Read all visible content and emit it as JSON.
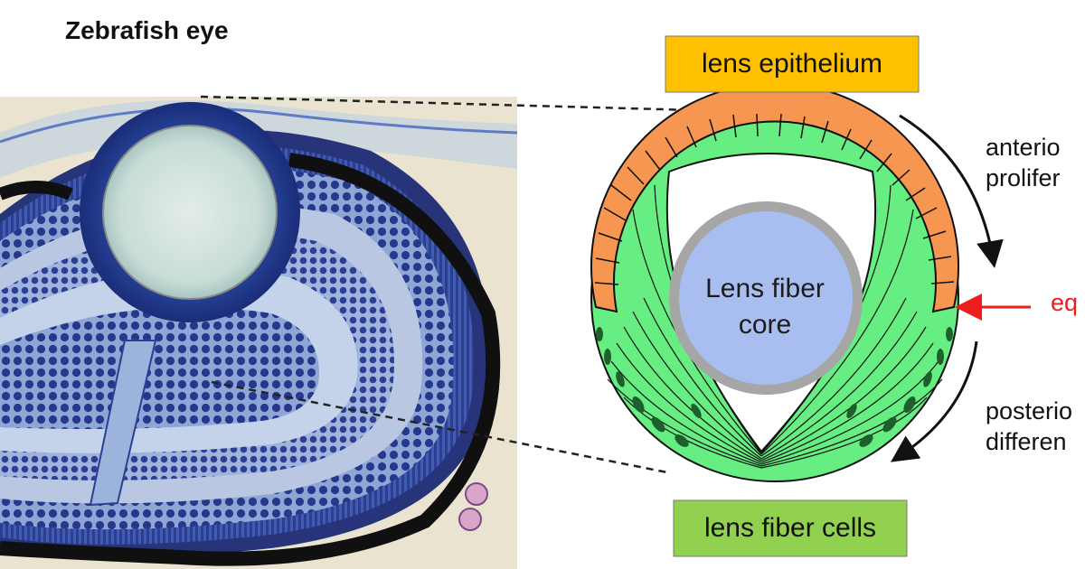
{
  "title": "Zebrafish eye",
  "labels": {
    "lens_epithelium": "lens epithelium",
    "lens_fiber_cells": "lens fiber cells",
    "lens_fiber_core_line1": "Lens fiber",
    "lens_fiber_core_line2": "core",
    "anterior_line1": "anterio",
    "anterior_line2": "prolifer",
    "equator": "eq",
    "posterior_line1": "posterio",
    "posterior_line2": "differen"
  },
  "colors": {
    "epithelium_fill": "#f79650",
    "fiber_fill": "#66ee82",
    "fiber_nucleus": "#1f5f2c",
    "core_fill": "#a8bdf0",
    "core_ring": "#a6a6a6",
    "epithelium_label_bg": "#ffc000",
    "fiber_label_bg": "#92d050",
    "equator_arrow": "#ee1c1c",
    "tissue_dark_blue": "#1a2a6e",
    "tissue_pale": "#e9e3cf"
  }
}
